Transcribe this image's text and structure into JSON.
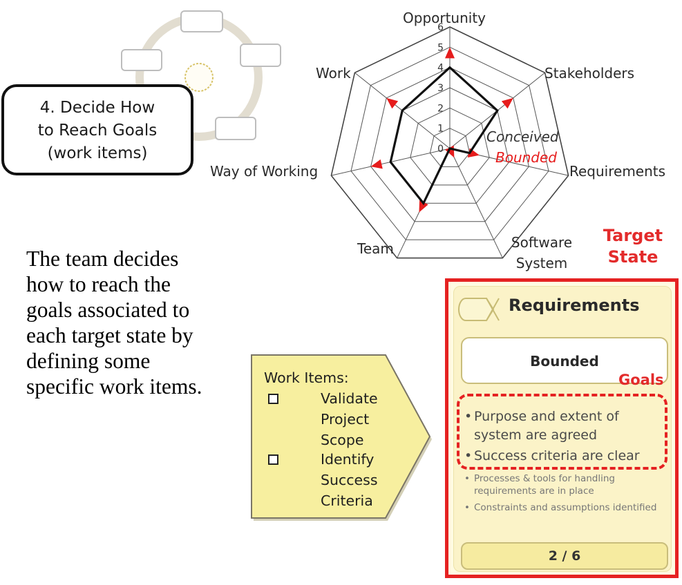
{
  "step": {
    "lines": [
      "4. Decide How",
      "to Reach Goals",
      "(work items)"
    ]
  },
  "radar": {
    "axes": [
      "Opportunity",
      "Stakeholders",
      "Requirements",
      "Software System",
      "Team",
      "Way of Working",
      "Work"
    ],
    "ticks": [
      "0",
      "1",
      "2",
      "3",
      "4",
      "5",
      "6"
    ],
    "current_state_label": "Conceived",
    "target_state_label": "Bounded",
    "line_color": "#111111",
    "target_color": "#e61c1c"
  },
  "target_state_title": [
    "Target",
    "State"
  ],
  "description_lines": [
    "The team decides",
    "how to reach the",
    "goals associated to",
    "each target state by",
    "defining some",
    "specific work items."
  ],
  "work_items": {
    "title": "Work Items:",
    "items": [
      {
        "lines": [
          "Validate",
          "Project",
          "Scope"
        ]
      },
      {
        "lines": [
          "Identify",
          "Success",
          "Criteria"
        ]
      }
    ]
  },
  "card": {
    "title": "Requirements",
    "state": "Bounded",
    "goals_label": "Goals",
    "goal_items": [
      "Purpose and extent of system are agreed",
      "Success criteria are clear"
    ],
    "other_items": [
      "Processes & tools for handling requirements are in place",
      "Constraints and assumptions identified"
    ],
    "progress": "2 / 6"
  },
  "chart_data": {
    "type": "radar",
    "categories": [
      "Opportunity",
      "Stakeholders",
      "Requirements",
      "Software System",
      "Team",
      "Way of Working",
      "Work"
    ],
    "rlim": [
      0,
      6
    ],
    "series": [
      {
        "values": [
          4,
          3,
          1,
          0,
          3,
          3,
          3
        ]
      },
      {
        "values": [
          5,
          4,
          1.5,
          0.5,
          3.5,
          4,
          4
        ]
      }
    ]
  }
}
